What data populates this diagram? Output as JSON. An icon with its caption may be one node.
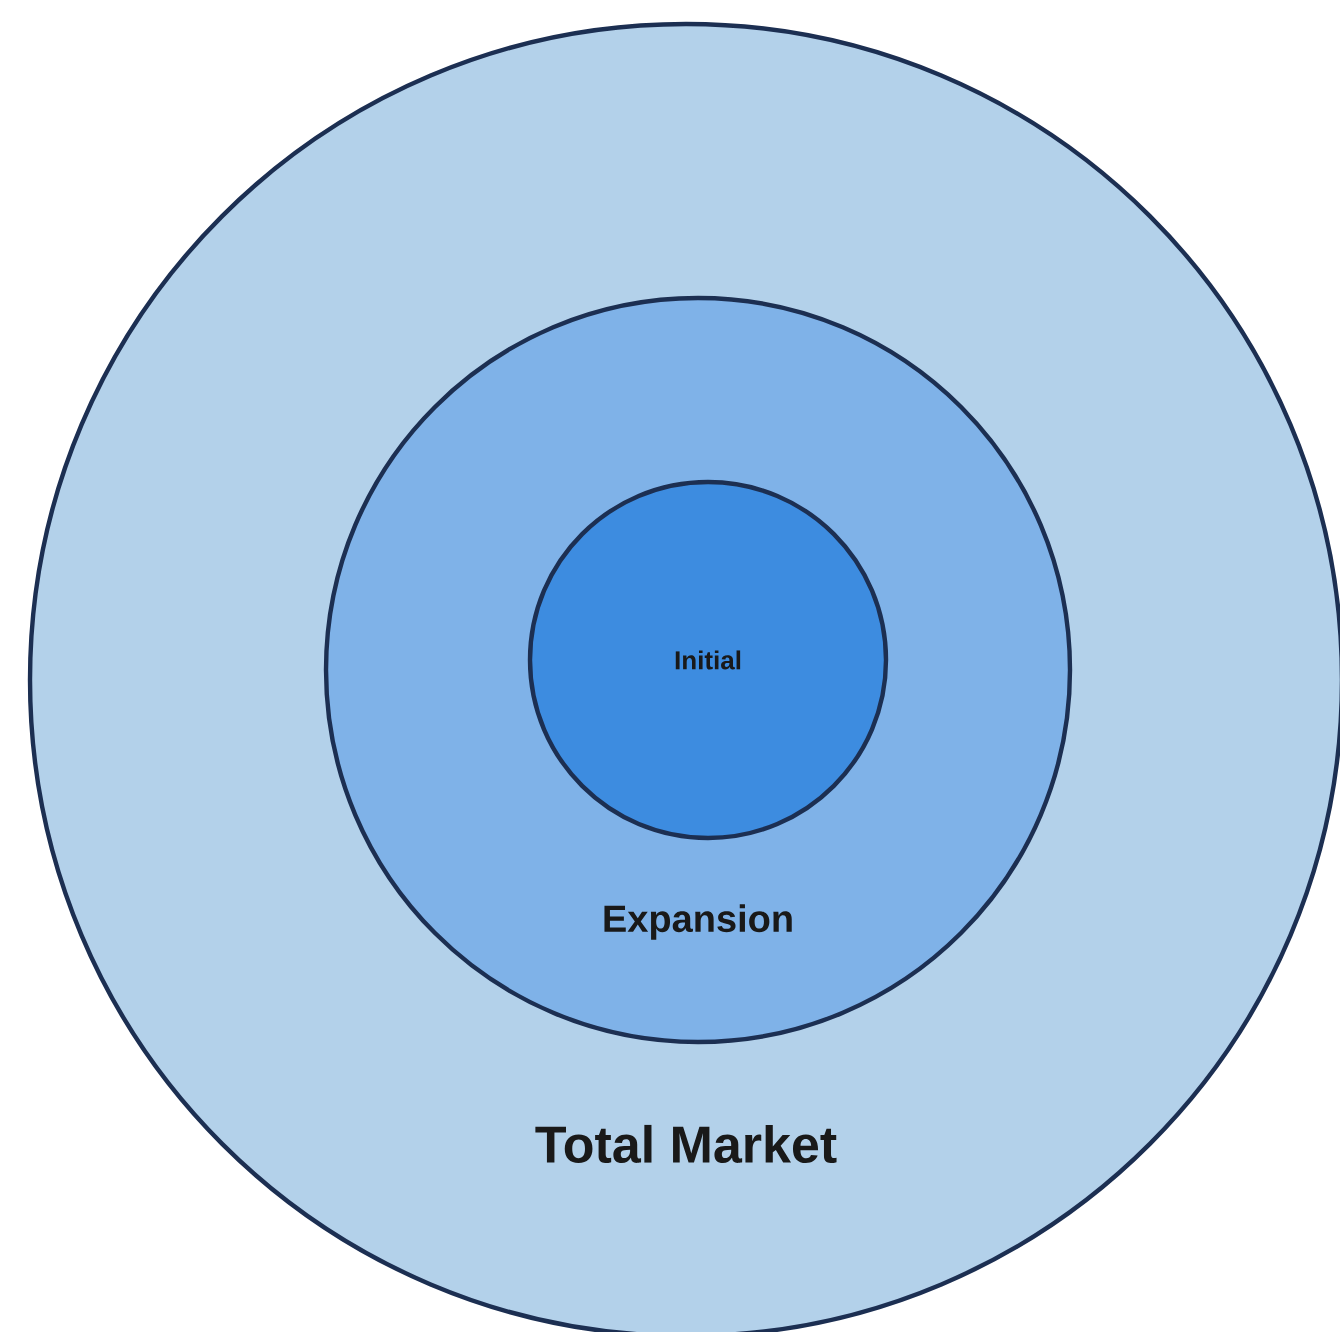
{
  "diagram": {
    "nodes": [
      {
        "text": [
          "Total Market"
        ]
      },
      {
        "text": [
          "Expansion"
        ],
        "in": 0
      },
      {
        "text": [
          "Initial"
        ],
        "in": 1
      }
    ]
  }
}
